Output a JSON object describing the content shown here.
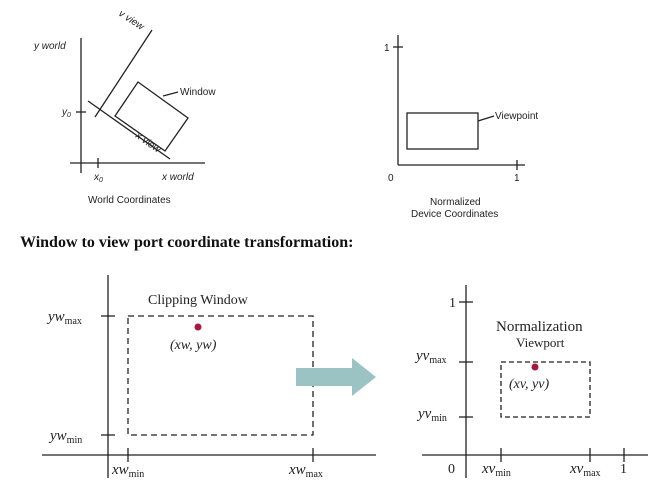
{
  "top_left": {
    "y_world": "y world",
    "x_world": "x world",
    "v_view": "v view",
    "x_view": "x view",
    "window_label": "Window",
    "y0": "y",
    "y0_sub": "0",
    "x0": "x",
    "x0_sub": "0",
    "caption": "World Coordinates"
  },
  "top_right": {
    "tick_1_y": "1",
    "tick_0": "0",
    "tick_1_x": "1",
    "viewport_label": "Viewpoint",
    "caption_line1": "Normalized",
    "caption_line2": "Device Coordinates"
  },
  "heading": "Window to view port coordinate transformation:",
  "bottom_left": {
    "title": "Clipping Window",
    "point_label": "(xw, yw)",
    "yw_max": "yw",
    "yw_max_sub": "max",
    "yw_min": "yw",
    "yw_min_sub": "min",
    "xw_min": "xw",
    "xw_min_sub": "min",
    "xw_max": "xw",
    "xw_max_sub": "max"
  },
  "bottom_right": {
    "title_line1": "Normalization",
    "title_line2": "Viewport",
    "point_label": "(xv, yv)",
    "tick_1_y": "1",
    "yv_max": "yv",
    "yv_max_sub": "max",
    "yv_min": "yv",
    "yv_min_sub": "min",
    "origin": "0",
    "xv_min": "xv",
    "xv_min_sub": "min",
    "xv_max": "xv",
    "xv_max_sub": "max",
    "tick_1_x": "1"
  },
  "colors": {
    "point": "#a8183c",
    "arrow": "#9cc3c3",
    "ink": "#222222"
  }
}
